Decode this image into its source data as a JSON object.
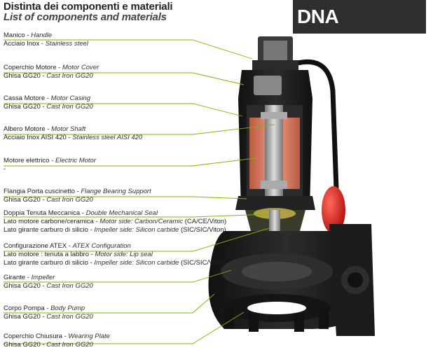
{
  "header": {
    "title_it": "Distinta dei componenti e materiali",
    "title_en": "List of components and materials",
    "badge": "DNA"
  },
  "components": [
    {
      "lines": [
        {
          "it": "Manico",
          "en": "Handle"
        },
        {
          "it": "Acciaio Inox",
          "en": "Stainless steel"
        }
      ]
    },
    {
      "lines": [
        {
          "it": "Coperchio Motore",
          "en": "Motor Cover"
        },
        {
          "it": "Ghisa GG20",
          "en": "Cast Iron GG20"
        }
      ]
    },
    {
      "lines": [
        {
          "it": "Cassa Motore",
          "en": "Motor Casing"
        },
        {
          "it": "Ghisa GG20",
          "en": "Cast Iron GG20"
        }
      ]
    },
    {
      "lines": [
        {
          "it": "Albero Motore",
          "en": "Motor Shaft"
        },
        {
          "it": "Acciaio Inox AISI 420",
          "en": "Stainless steel AISI 420"
        }
      ]
    },
    {
      "lines": [
        {
          "it": "Motore elettrico",
          "en": "Electric Motor"
        },
        {
          "it": "-",
          "en": ""
        }
      ]
    },
    {
      "lines": [
        {
          "it": "Flangia Porta cuscinetto",
          "en": "Flange Bearing Support"
        },
        {
          "it": "Ghisa GG20",
          "en": "Cast Iron GG20"
        }
      ]
    },
    {
      "lines": [
        {
          "it": "Doppia Tenuta Meccanica",
          "en": "Double Mechanical Seal"
        },
        {
          "it": "Lato motore carbone/ceramica",
          "en": "Motor side: Carbon/Ceramic",
          "suffix": "(CA/CE/Viton)"
        },
        {
          "it": "Lato girante carburo di silicio",
          "en": "Impeller side: Silicon carbide",
          "suffix": "(SIC/SIC/Viton)"
        }
      ]
    },
    {
      "lines": [
        {
          "it": "Configurazione ATEX",
          "en": "ATEX Configuration"
        },
        {
          "it": "Lato motore : tenuta a labbro",
          "en": "Motor side: Lip seal"
        },
        {
          "it": "Lato girante carburo di silicio",
          "en": "Impeller side: Silicon carbide",
          "suffix": "(SIC/SIC/Viton)"
        }
      ]
    },
    {
      "lines": [
        {
          "it": "Girante",
          "en": "Impeller"
        },
        {
          "it": "Ghisa GG20",
          "en": "Cast Iron GG20"
        }
      ]
    },
    {
      "lines": [
        {
          "it": "Corpo Pompa",
          "en": "Body Pump"
        },
        {
          "it": "Ghisa GG20",
          "en": "Cast Iron GG20"
        }
      ]
    },
    {
      "lines": [
        {
          "it": "Coperchio Chiusura",
          "en": "Wearing Plate"
        },
        {
          "it": "Ghisa GG20",
          "en": "Cast Iron GG20"
        }
      ]
    }
  ],
  "colors": {
    "leader_line": "#7ab800",
    "badge_bg": "#2f2f2f",
    "pump_body": "#1c1c1c",
    "motor_copper": "#e8866a",
    "float_switch": "#e02020"
  }
}
